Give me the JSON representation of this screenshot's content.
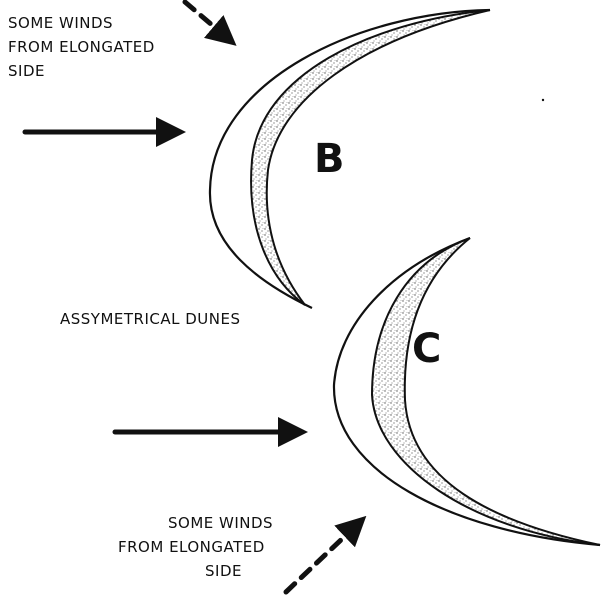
{
  "labels": {
    "top_note": [
      "SOME WINDS",
      "FROM ELONGATED",
      "SIDE"
    ],
    "middle_caption": "ASSYMETRICAL DUNES",
    "bottom_note": [
      "SOME WINDS",
      "FROM ELONGATED",
      "SIDE"
    ],
    "dune_b": "B",
    "dune_c": "C"
  },
  "colors": {
    "ink": "#111111",
    "stipple": "#555555",
    "paper": "#ffffff"
  },
  "icons": {
    "solid_arrow": "right-arrow",
    "dashed_arrow": "dashed-diagonal-arrow"
  }
}
